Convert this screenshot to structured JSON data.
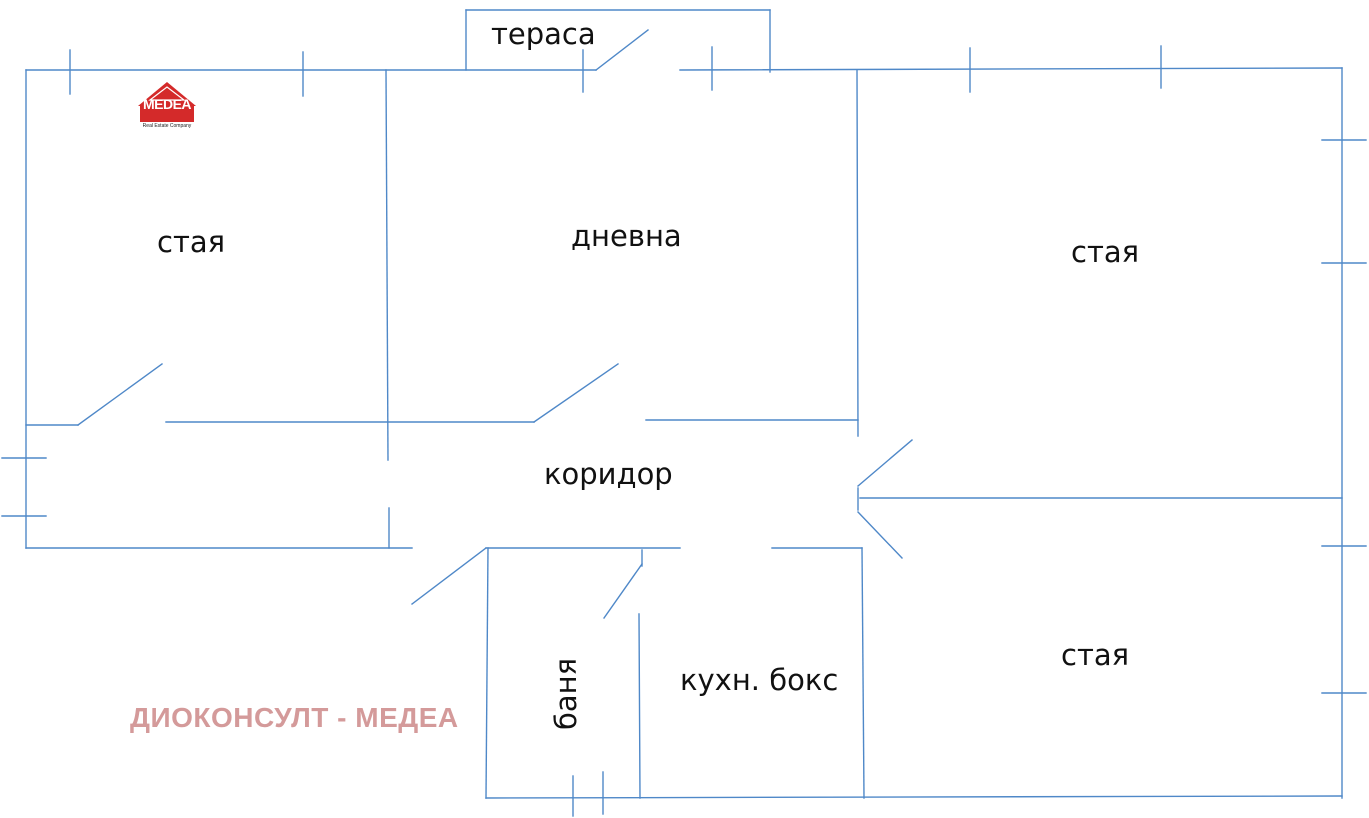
{
  "logo": {
    "name": "MEDEA",
    "tagline": "Real Estate Company",
    "color": "#d42a2a"
  },
  "rooms": {
    "terrace": "тераса",
    "room_top_left": "стая",
    "living_room": "дневна",
    "room_top_right": "стая",
    "corridor": "коридор",
    "bathroom": "баня",
    "kitchen": "кухн. бокс",
    "room_bottom_right": "стая"
  },
  "watermark": "ДИОКОНСУЛТ - МЕДЕА",
  "colors": {
    "walls": "#4f88c8",
    "watermark": "#d49a9a",
    "labels": "#111111"
  }
}
